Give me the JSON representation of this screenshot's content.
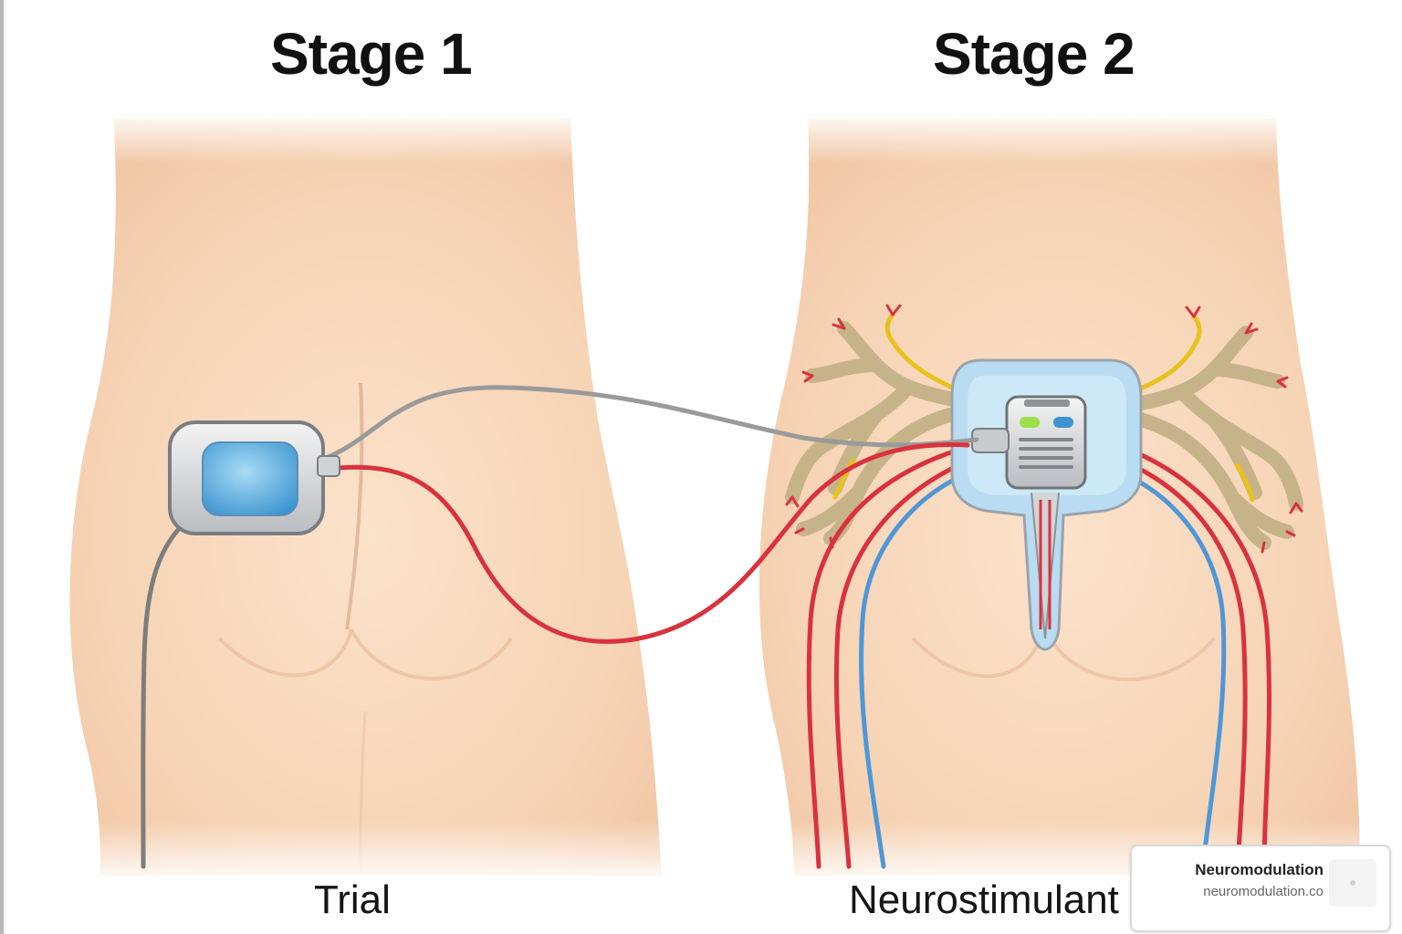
{
  "stages": [
    {
      "title": "Stage 1",
      "caption": "Trial"
    },
    {
      "title": "Stage 2",
      "caption": "Neurostimulant i"
    }
  ],
  "source": {
    "name": "Neuromodulation",
    "url": "neuromodulation.co",
    "icon": "image-placeholder-icon"
  },
  "colors": {
    "skin": "#f6d3b4",
    "lead_red": "#d9323e",
    "lead_blue": "#4f97d6",
    "wire_gray": "#9a9a9a",
    "nerve": "#c7b38a",
    "nerve_highlight": "#e8c21c"
  }
}
